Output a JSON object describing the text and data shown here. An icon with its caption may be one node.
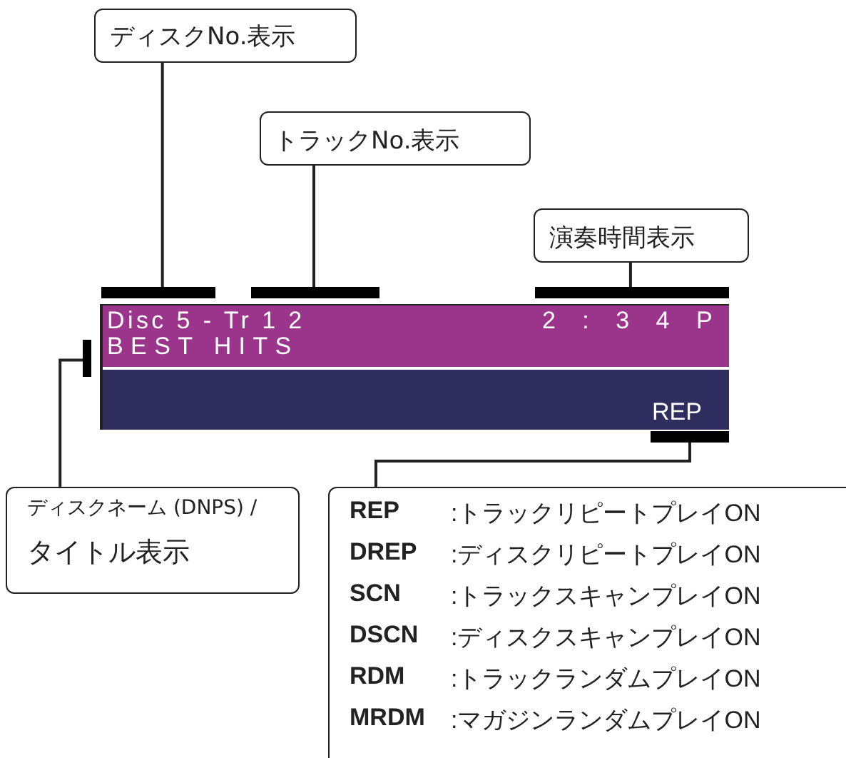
{
  "diagram": {
    "nodes": [
      {
        "text": [
          "ディスクNo.表示"
        ]
      },
      {
        "text": [
          "トラックNo.表示"
        ]
      },
      {
        "text": [
          "演奏時間表示"
        ]
      },
      {
        "text": [],
        "shape": "bar"
      },
      {
        "text": [],
        "shape": "bar"
      },
      {
        "text": [],
        "shape": "bar"
      },
      {
        "text": [
          "Disc 5 - Tr 1 2",
          "2 : 3 4 P",
          "BEST HITS",
          "REP"
        ]
      },
      {
        "text": [],
        "shape": "bar"
      },
      {
        "text": [],
        "shape": "bar"
      },
      {
        "text": [
          "ディスクネーム (DNPS) /",
          "タイトル表示"
        ]
      },
      {
        "text": [
          "REP",
          ":トラックリピートプレイON",
          "DREP",
          ":ディスクリピートプレイON",
          "SCN",
          ":トラックスキャンプレイON",
          "DSCN",
          ":ディスクスキャンプレイON",
          "RDM",
          ":トラックランダムプレイON",
          "MRDM",
          ":マガジンランダムプレイON"
        ]
      }
    ],
    "edges": [
      {
        "from": 0,
        "to": 3,
        "arrow": "none"
      },
      {
        "from": 1,
        "to": 4,
        "arrow": "none"
      },
      {
        "from": 2,
        "to": 5,
        "arrow": "none"
      },
      {
        "from": 9,
        "to": 7,
        "arrow": "none"
      },
      {
        "from": 10,
        "to": 8,
        "arrow": "none"
      }
    ]
  }
}
